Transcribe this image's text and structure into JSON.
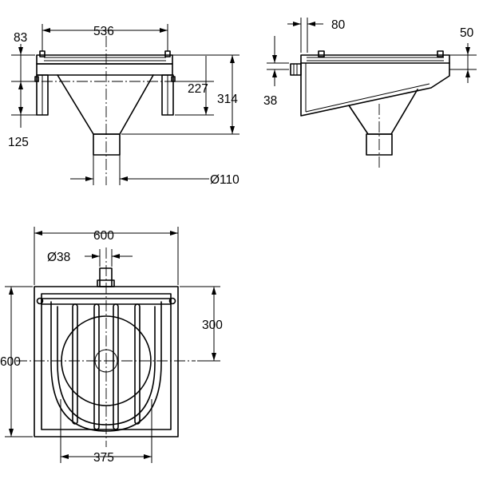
{
  "drawing": {
    "front_view": {
      "width": "536",
      "left_upper": "83",
      "left_lower": "125",
      "inner_height": "227",
      "total_height": "314",
      "outlet": "Ø110"
    },
    "side_view": {
      "offset": "80",
      "top": "50",
      "inlet_height": "38"
    },
    "top_view": {
      "width": "600",
      "inlet": "Ø38",
      "height": "600",
      "center": "300",
      "grate": "375"
    }
  }
}
